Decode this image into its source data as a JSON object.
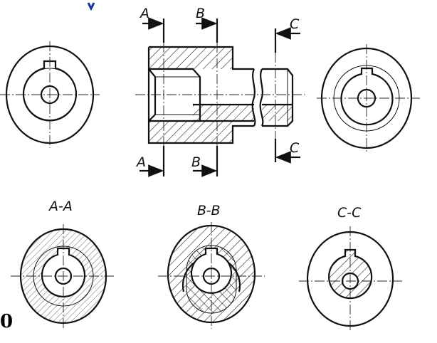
{
  "figure_number": "0",
  "cutting_planes": {
    "top": [
      "A",
      "B",
      "C"
    ],
    "bottom": [
      "A",
      "B",
      "C"
    ]
  },
  "section_titles": [
    "A-A",
    "B-B",
    "C-C"
  ],
  "colors": {
    "line": "#111111",
    "background": "#ffffff",
    "title_mark": "#1a2a9a"
  }
}
